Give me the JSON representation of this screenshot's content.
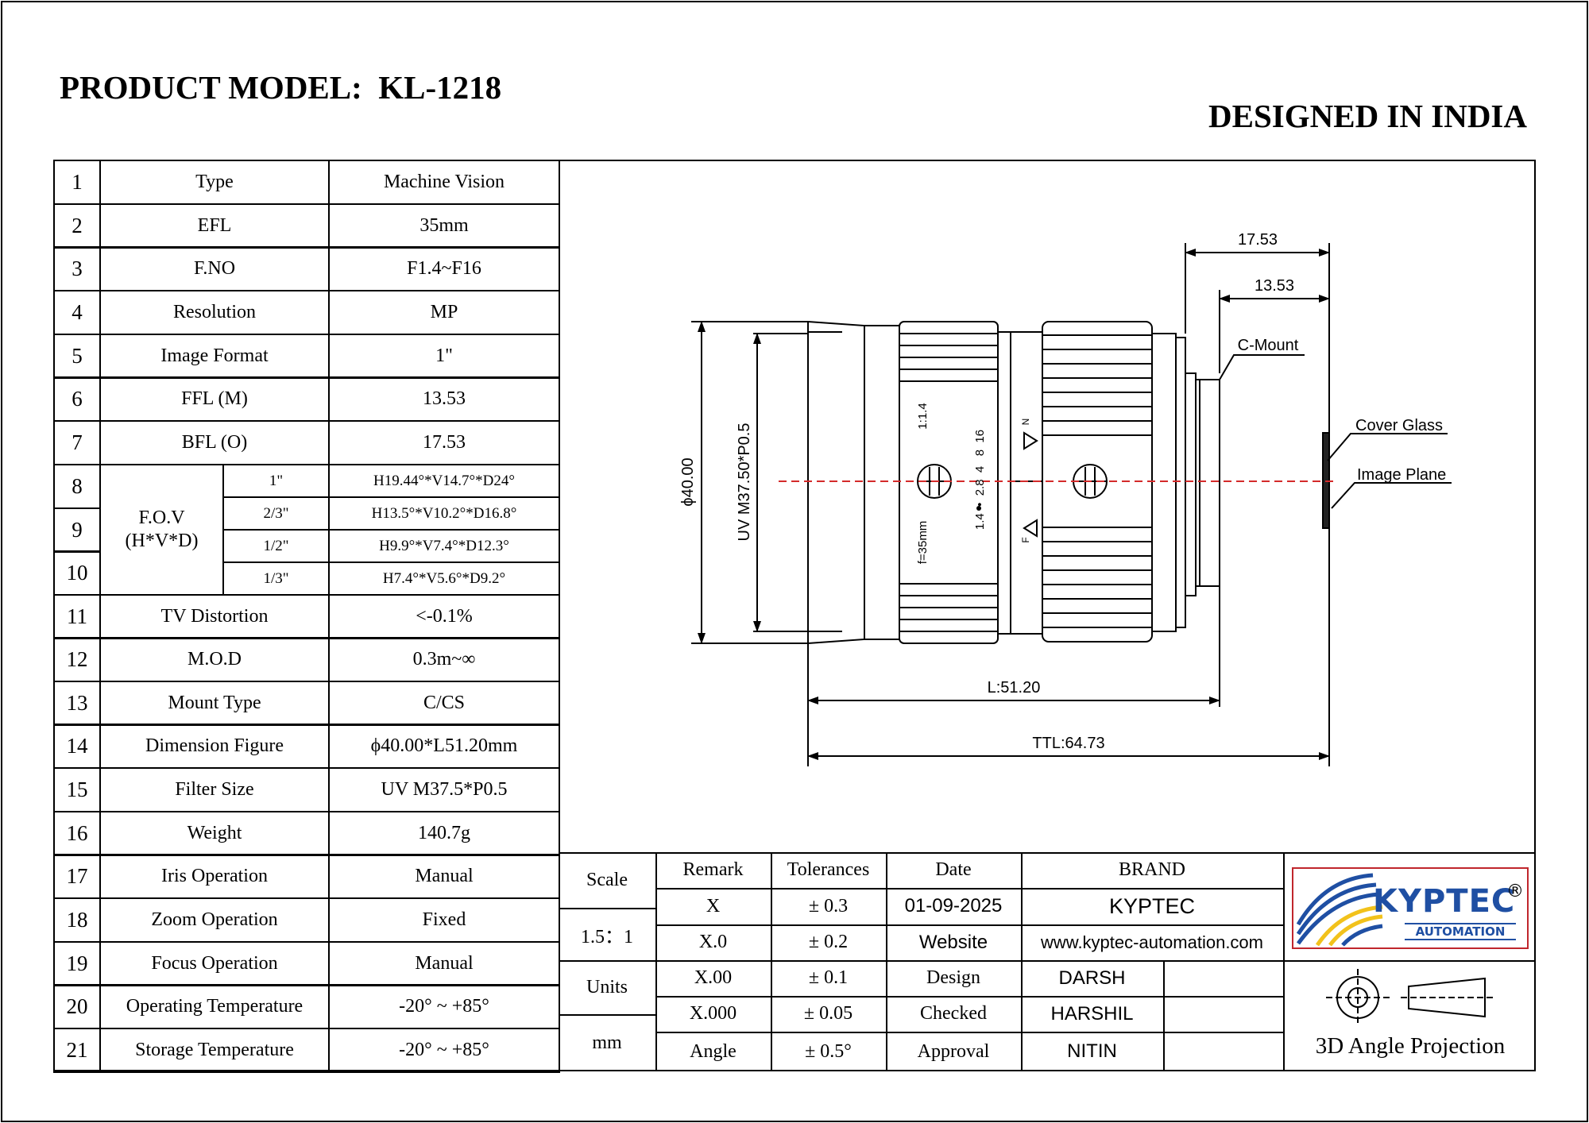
{
  "header": {
    "title": "PRODUCT MODEL:  KL-1218",
    "origin": "DESIGNED IN INDIA"
  },
  "specs": [
    {
      "num": "1",
      "label": "Type",
      "value": "Machine Vision"
    },
    {
      "num": "2",
      "label": "EFL",
      "value": "35mm"
    },
    {
      "num": "3",
      "label": "F.NO",
      "value": "F1.4~F16"
    },
    {
      "num": "4",
      "label": "Resolution",
      "value": "MP"
    },
    {
      "num": "5",
      "label": "Image Format",
      "value": "1\""
    },
    {
      "num": "6",
      "label": "FFL (M)",
      "value": "13.53"
    },
    {
      "num": "7",
      "label": "BFL (O)",
      "value": "17.53"
    },
    {
      "num": "11",
      "label": "TV Distortion",
      "value": "<-0.1%"
    },
    {
      "num": "12",
      "label": "M.O.D",
      "value": "0.3m~∞"
    },
    {
      "num": "13",
      "label": "Mount Type",
      "value": "C/CS"
    },
    {
      "num": "14",
      "label": "Dimension Figure",
      "value": "ϕ40.00*L51.20mm"
    },
    {
      "num": "15",
      "label": "Filter Size",
      "value": "UV M37.5*P0.5"
    },
    {
      "num": "16",
      "label": "Weight",
      "value": "140.7g"
    },
    {
      "num": "17",
      "label": "Iris Operation",
      "value": "Manual"
    },
    {
      "num": "18",
      "label": "Zoom Operation",
      "value": "Fixed"
    },
    {
      "num": "19",
      "label": "Focus Operation",
      "value": "Manual"
    },
    {
      "num": "20",
      "label": "Operating Temperature",
      "value": "-20° ~ +85°"
    },
    {
      "num": "21",
      "label": "Storage Temperature",
      "value": "-20° ~ +85°"
    }
  ],
  "fov": {
    "label": "F.O.V\n(H*V*D)",
    "rows": [
      {
        "num": "8",
        "format": "1\"",
        "value": "H19.44°*V14.7°*D24°"
      },
      {
        "num": "9",
        "format": "2/3\"",
        "value": "H13.5°*V10.2°*D16.8°"
      },
      {
        "num": "",
        "format": "1/2\"",
        "value": "H9.9°*V7.4°*D12.3°"
      },
      {
        "num": "10",
        "format": "1/3\"",
        "value": "H7.4°*V5.6°*D9.2°"
      }
    ]
  },
  "drawing": {
    "dim_bfl": "17.53",
    "dim_ffl": "13.53",
    "c_mount": "C-Mount",
    "cover_glass": "Cover Glass",
    "image_plane": "Image Plane",
    "diameter": "ϕ40.00",
    "filter_thread": "UV M37.50*P0.5",
    "length": "L:51.20",
    "ttl": "TTL:64.73",
    "focus_ring_label": "f=35mm",
    "aperture_min": "1:1.4",
    "iris_scale": "1.4  •  2.8  4   8  16",
    "near_mark": "N",
    "far_mark": "F"
  },
  "title_block": {
    "scale_label": "Scale",
    "scale_value": "1.5：1",
    "units_label": "Units",
    "units_value": "mm",
    "col_remark": "Remark",
    "col_tolerances": "Tolerances",
    "col_date": "Date",
    "col_brand": "BRAND",
    "tolerances": [
      {
        "remark": "X",
        "tol": "± 0.3"
      },
      {
        "remark": "X.0",
        "tol": "± 0.2"
      },
      {
        "remark": "X.00",
        "tol": "± 0.1"
      },
      {
        "remark": "X.000",
        "tol": "± 0.05"
      },
      {
        "remark": "Angle",
        "tol": "± 0.5°"
      }
    ],
    "date_value": "01-09-2025",
    "brand_value": "KYPTEC",
    "website_label": "Website",
    "website_value": "www.kyptec-automation.com",
    "design_label": "Design",
    "design_value": "DARSH",
    "checked_label": "Checked",
    "checked_value": "HARSHIL",
    "approval_label": "Approval",
    "approval_value": "NITIN",
    "logo_text": "KYPTEC",
    "logo_sub": "AUTOMATION",
    "logo_reg": "®",
    "projection_label": "3D Angle Projection"
  },
  "colors": {
    "logo_blue": "#1f4fa3",
    "logo_yellow": "#f2c21b",
    "logo_border": "#c0262c",
    "centerline": "#d42a2a"
  }
}
